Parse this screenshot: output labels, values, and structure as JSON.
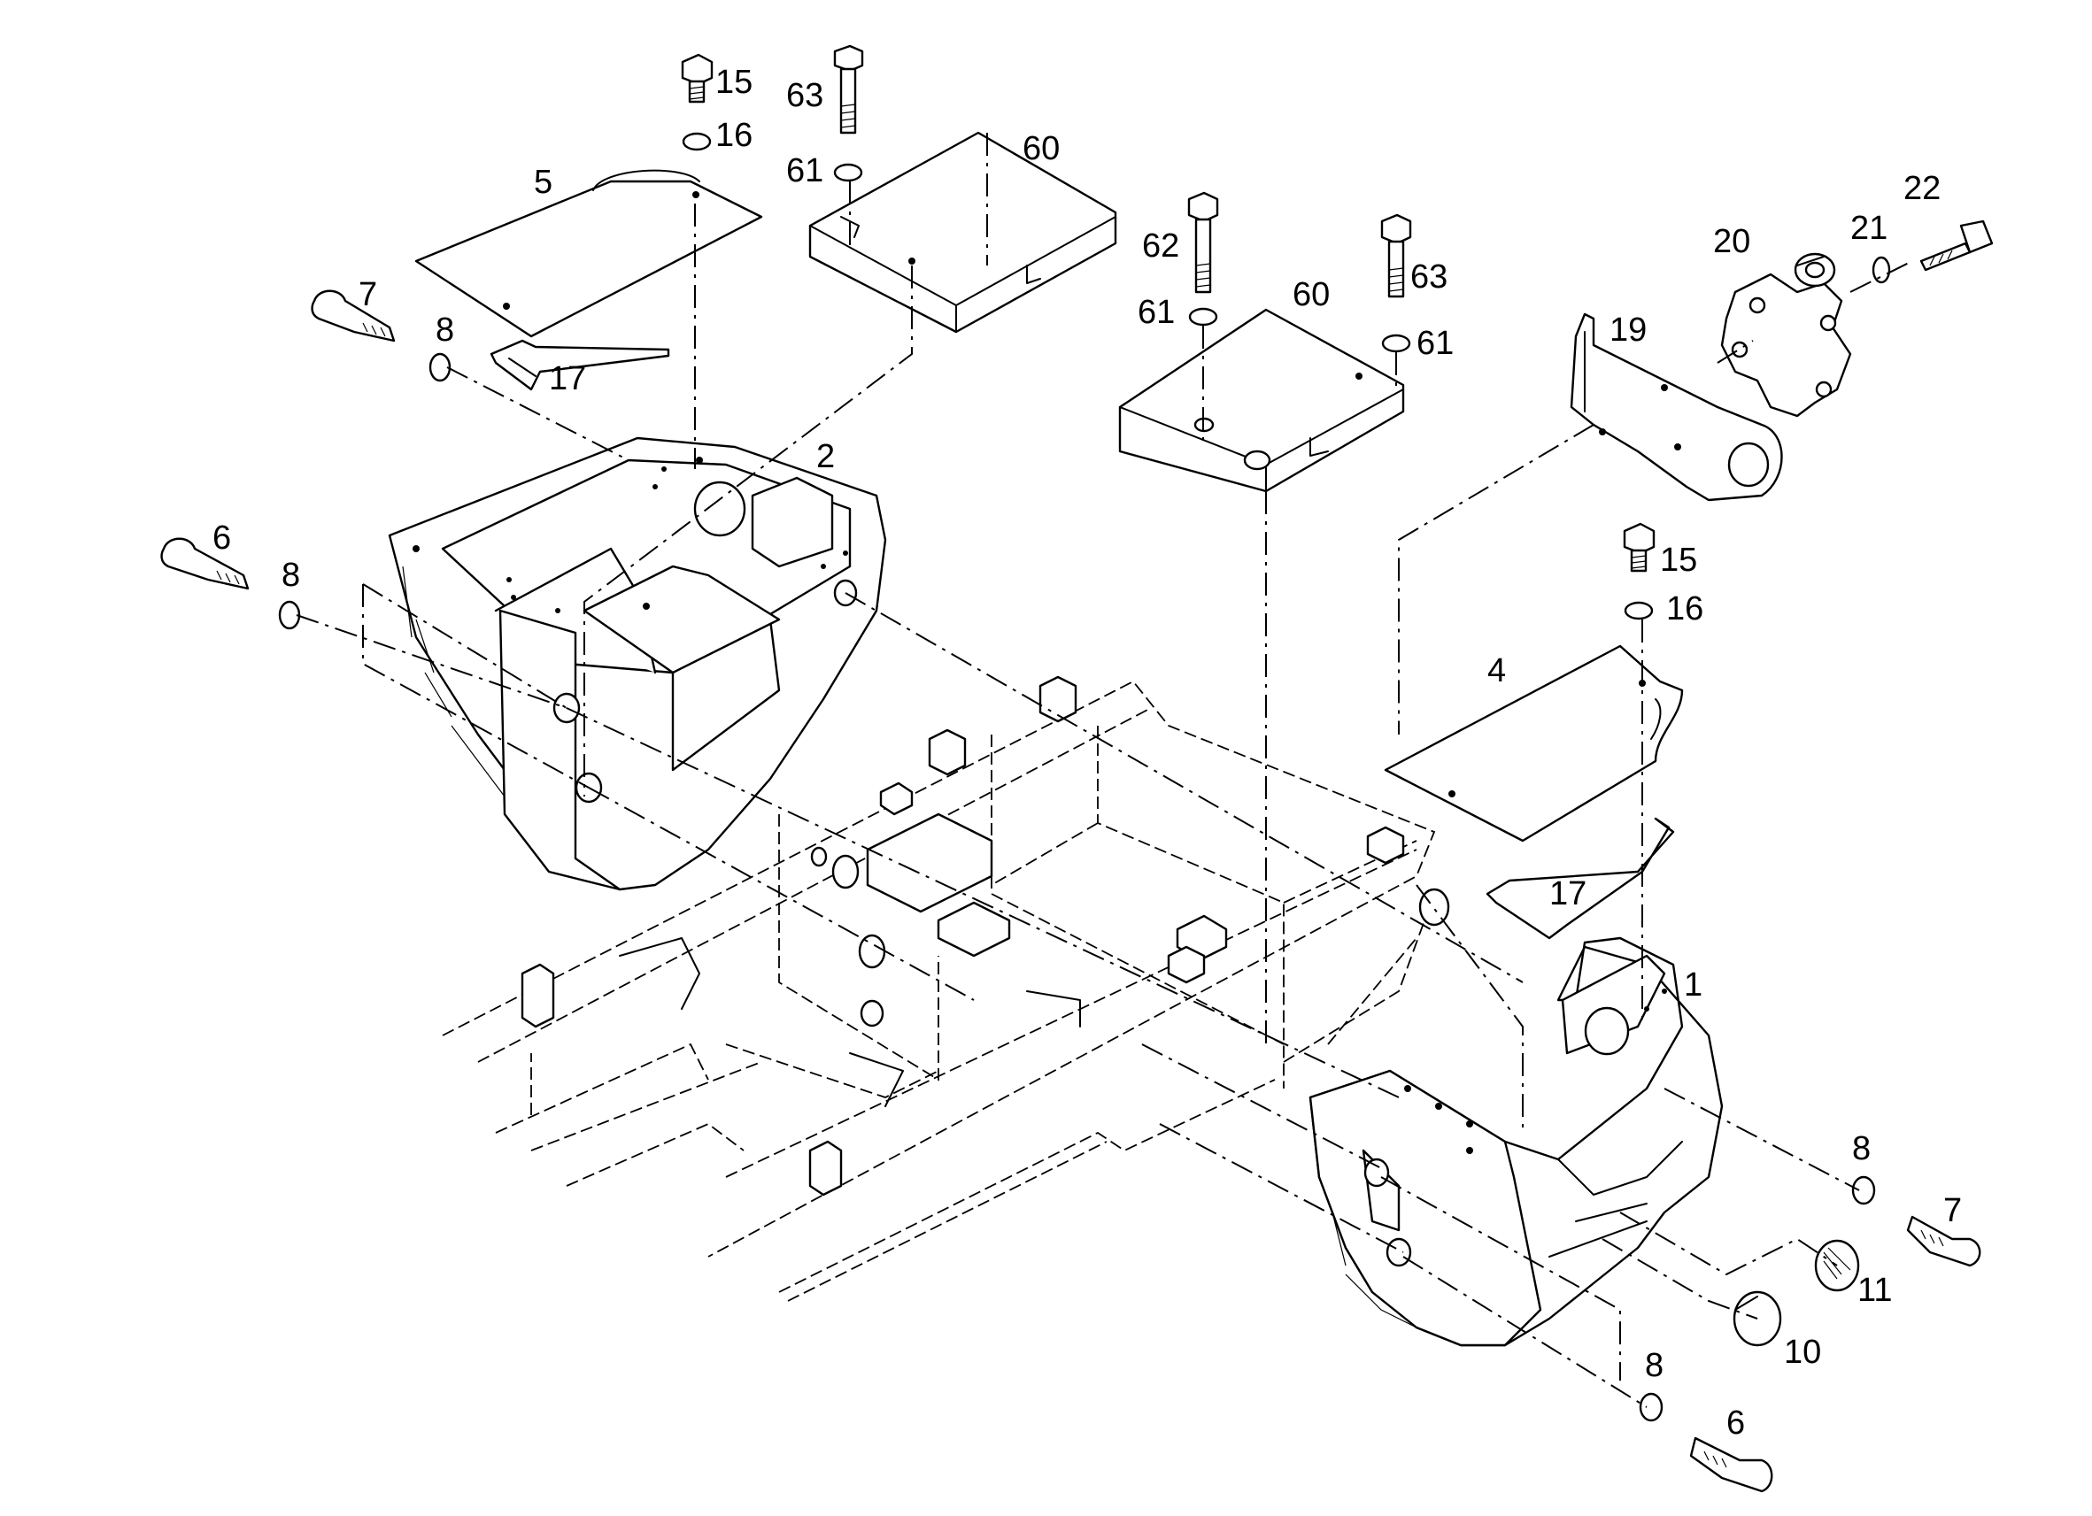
{
  "diagram": {
    "type": "exploded-parts-diagram",
    "line_color": "#000000",
    "background": "#ffffff"
  },
  "callouts": {
    "c1": "1",
    "c2": "2",
    "c4": "4",
    "c5": "5",
    "c6_left": "6",
    "c6_right": "6",
    "c7_left": "7",
    "c7_right": "7",
    "c8_top": "8",
    "c8_mid": "8",
    "c8_right": "8",
    "c8_bottom": "8",
    "c10": "10",
    "c11": "11",
    "c15_left": "15",
    "c15_right": "15",
    "c16_left": "16",
    "c16_right": "16",
    "c17_left": "17",
    "c17_right": "17",
    "c19": "19",
    "c20": "20",
    "c21": "21",
    "c22": "22",
    "c60_left": "60",
    "c60_mid": "60",
    "c61_left": "61",
    "c61_mid": "61",
    "c61_right": "61",
    "c62": "62",
    "c63_left": "63",
    "c63_right": "63"
  }
}
